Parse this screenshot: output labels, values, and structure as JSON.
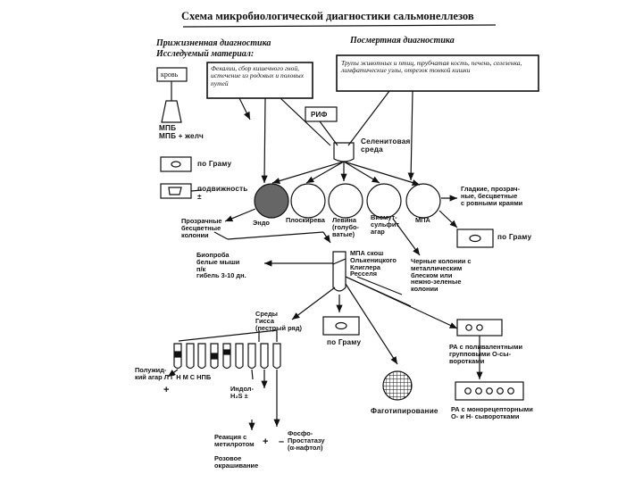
{
  "title": "Схема микробиологической диагностики сальмонеллезов",
  "intravital": {
    "heading": "Прижизненная диагностика",
    "material_label": "Исследуемый материал:",
    "blood": "кровь",
    "feces_box": "Фекалии, сбор кишечного гной, истечение из родовых и половых путей",
    "media": "МПБ\nМПБ + желч",
    "gram1": "по Граму",
    "motility": "подвижность\n±"
  },
  "postmortem": {
    "heading": "Посмертная диагностика",
    "material_box": "Трупы животных и птиц, трубчатая кость, печень, селезенка, лимфатические узлы, отрезок тонкой кишки"
  },
  "rif": "РИФ",
  "selenite": "Селенитовая\nсреда",
  "colonies_left": "Прозрачные\nбесцветные\nколонии",
  "media_row": [
    "Эндо",
    "Плоскирева",
    "Левина\n(голубо-\nватые)",
    "Висмут-\nсульфит\nагар",
    "МПА"
  ],
  "colonies_right": "Гладкие, прозрач-\nные, бесцветные\nс ровными краями",
  "biopsy": "Биопроба\nбелые мыши\nп/к\nгибель 3-10 дн.",
  "slant": "МПА скош\nОлькеницкого\nКлиглера\nРесселя",
  "colonies_black": "Черные колонии с\nметаллическим\nблеском или\nнежно-зеленые\nколонии",
  "gram2": "по Граму",
  "gram3": "по Граму",
  "hiss": "Среды\nГисса\n(пестрый ряд)",
  "hiss_row": "Полужид-\nкий агар  Л  Г  Н  М  С  НПБ",
  "hiss_plus": "+",
  "indole": "Индол-\nH₂S ±",
  "methyl": "Реакция с\nметилротом",
  "methyl_sign": "+",
  "phosph": "Фосфо-\nПростатазу\n(α-нафтол)",
  "phosph_sign": "–",
  "vp": "Розовое\nокрашивание",
  "phage": "Фаготипирование",
  "ra_poly": "РА с поливалентными\nгрупповыми О-сы-\nворотками",
  "ra_mono": "РА с монорецепторными\nО- и Н- сыворотками"
}
